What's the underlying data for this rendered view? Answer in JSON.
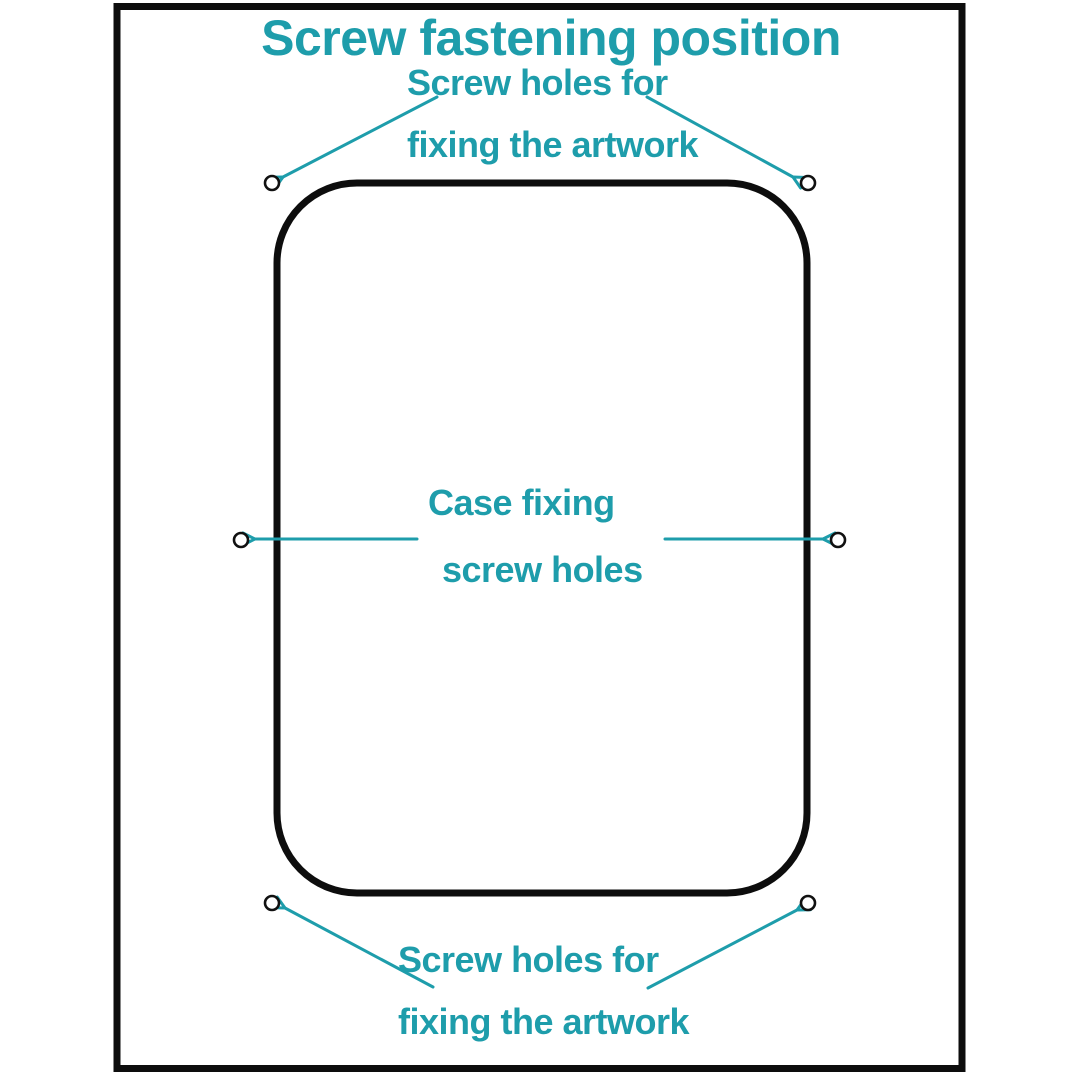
{
  "page": {
    "title": "Screw fastening position"
  },
  "labels": {
    "top": {
      "line1": "Screw holes for",
      "line2": "fixing the artwork"
    },
    "middle": {
      "line1": "Case fixing",
      "line2": "screw holes"
    },
    "bottom": {
      "line1": "Screw holes for",
      "line2": "fixing the artwork"
    }
  },
  "diagram": {
    "artwork_fixing_screw_holes": 4,
    "case_fixing_screw_holes": 2,
    "total_screw_holes": 6
  },
  "colors": {
    "accent": "#1E9DAB",
    "line": "#0d0d0d",
    "background": "#ffffff"
  }
}
